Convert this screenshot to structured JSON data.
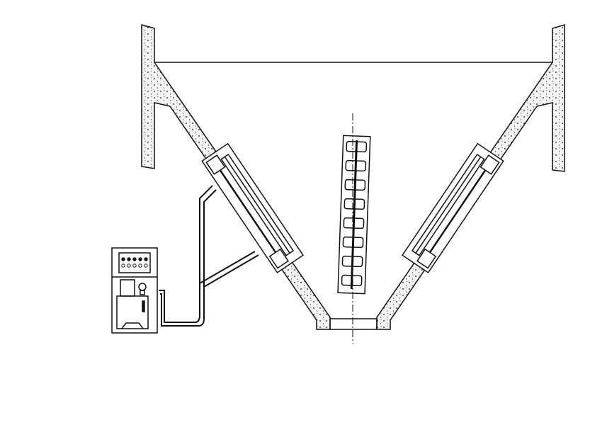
{
  "drawing": {
    "colors": {
      "line": "#111111",
      "concrete_fill": "#f4f4f4",
      "background": "#ffffff"
    },
    "components": [
      "concrete-hopper",
      "bucket-elevator",
      "hydraulic-cylinder-unit-left",
      "hydraulic-cylinder-unit-right",
      "hydraulic-power-unit",
      "hydraulic-hoses"
    ]
  }
}
